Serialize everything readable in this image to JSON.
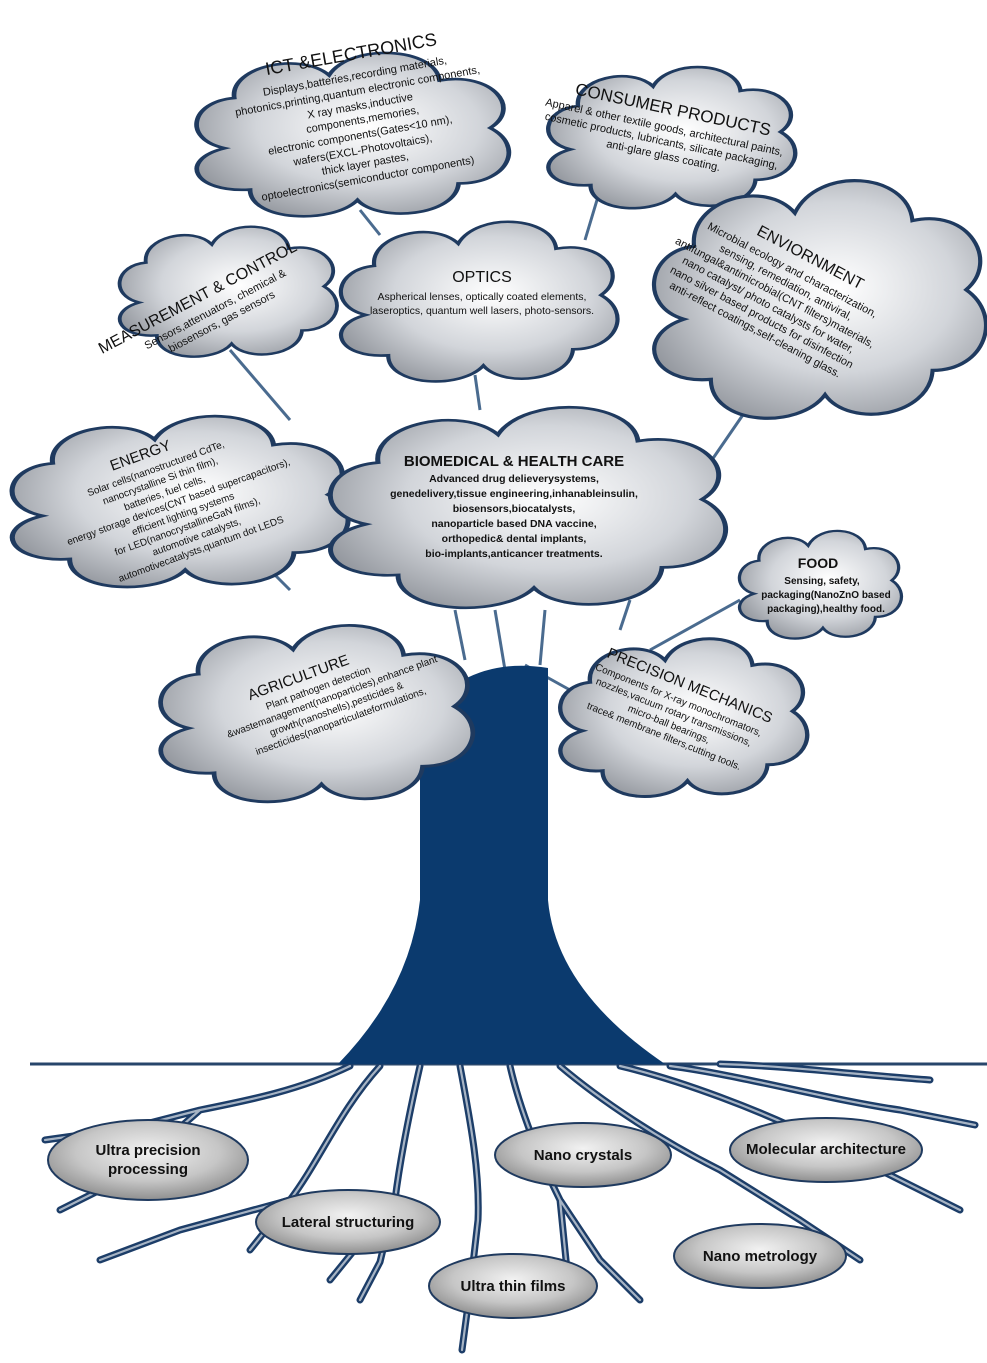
{
  "colors": {
    "trunk": "#0b3a6e",
    "cloud_stroke": "#1f3a5f",
    "branch": "#4a6b8f",
    "ground": "#27466b"
  },
  "clouds": {
    "ict": {
      "title": "ICT &ELECTRONICS",
      "lines": [
        "Displays,batteries,recording materials,",
        "photonics,printing,quantum electronic components,",
        "X ray masks,inductive",
        "components,memories,",
        "electronic components(Gates<10 nm),",
        "wafers(EXCL-Photovoltaics),",
        "thick layer pastes,",
        "optoelectronics(semiconductor components)"
      ]
    },
    "consumer": {
      "title": "CONSUMER PRODUCTS",
      "lines": [
        "Apparel & other textile goods, architectural paints,",
        "cosmetic products, lubricants, silicate packaging,",
        "anti-glare glass coating."
      ]
    },
    "measurement": {
      "title": "MEASUREMENT & CONTROL",
      "lines": [
        "Sensors,attenuators, chemical &",
        "biosensors, gas sensors"
      ]
    },
    "optics": {
      "title": "OPTICS",
      "lines": [
        "Aspherical lenses, optically coated elements,",
        "laseroptics, quantum well lasers, photo-sensors."
      ]
    },
    "environment": {
      "title": "ENVIORNMENT",
      "lines": [
        "Microbial ecology and characterization,",
        "sensing, remediation, antiviral,",
        "antifungal&antimicrobial(CNT filters)materials,",
        "nano catalyst/ photo catalysts for water,",
        "nano silver based products for disinfection",
        "anti-reflect coatings,self-cleaning glass."
      ]
    },
    "energy": {
      "title": "ENERGY",
      "lines": [
        "Solar cells(nanostructured CdTe,",
        "nanocrystalline Si thin film),",
        "batteries, fuel cells,",
        "energy storage devices(CNT based supercapacitors),",
        "efficient lighting systems",
        "for LED(nanocrystallineGaN films),",
        "automotive catalysts,",
        "automotivecatalysts,quantum dot LEDS"
      ]
    },
    "biomedical": {
      "title": "BIOMEDICAL & HEALTH CARE",
      "lines": [
        "Advanced drug delieverysystems,",
        "genedelivery,tissue engineering,inhanableinsulin,",
        "biosensors,biocatalysts,",
        "nanoparticle based DNA vaccine,",
        "orthopedic& dental implants,",
        "bio-implants,anticancer treatments."
      ]
    },
    "food": {
      "title": "FOOD",
      "lines": [
        "Sensing, safety,",
        "packaging(NanoZnO based",
        "packaging),healthy food."
      ]
    },
    "agriculture": {
      "title": "AGRICULTURE",
      "lines": [
        "Plant pathogen detection",
        "&wastemanagement(nanoparticles),enhance plant",
        "growth(nanoshells),pesticides &",
        "insecticides(nanoparticulateformulations,"
      ]
    },
    "precision": {
      "title": "PRECISION MECHANICS",
      "lines": [
        "Components for X-ray monochromators,",
        "nozzles,vacuum rotary transmissions,",
        "micro-ball bearings,",
        "trace& membrane filters,cutting tools."
      ]
    }
  },
  "roots": {
    "ultra_precision": [
      "Ultra precision",
      "processing"
    ],
    "nano_crystals": "Nano crystals",
    "molecular": "Molecular architecture",
    "lateral": "Lateral structuring",
    "thin_films": "Ultra thin films",
    "metrology": "Nano metrology"
  }
}
